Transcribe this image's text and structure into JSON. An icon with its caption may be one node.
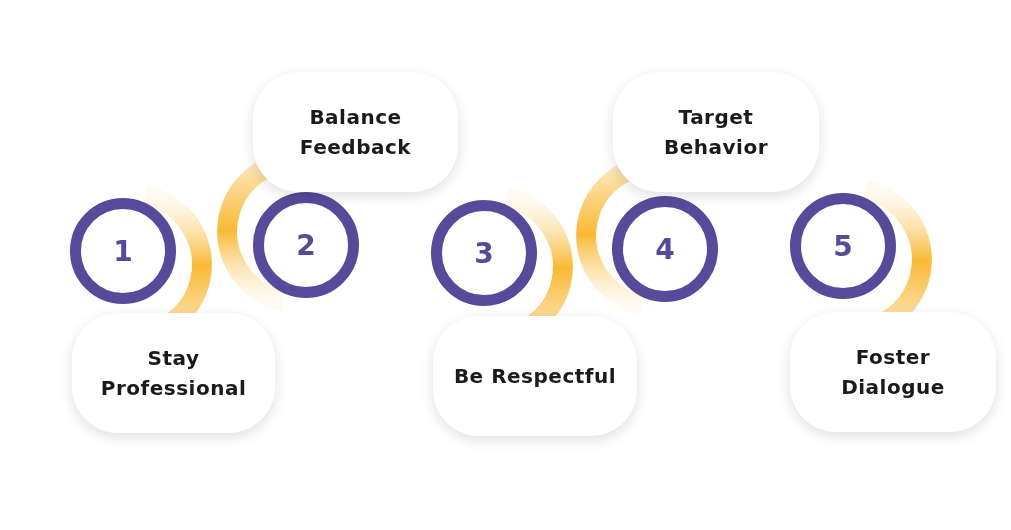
{
  "diagram": {
    "nodes": [
      {
        "text": [
          "1"
        ]
      },
      {
        "text": [
          "Stay Professional"
        ]
      },
      {
        "text": [
          "2"
        ]
      },
      {
        "text": [
          "Balance Feedback"
        ]
      },
      {
        "text": [
          "3"
        ]
      },
      {
        "text": [
          "Be Respectful"
        ]
      },
      {
        "text": [
          "4"
        ]
      },
      {
        "text": [
          "Target Behavior"
        ]
      },
      {
        "text": [
          "5"
        ]
      },
      {
        "text": [
          "Foster Dialogue"
        ]
      }
    ]
  }
}
